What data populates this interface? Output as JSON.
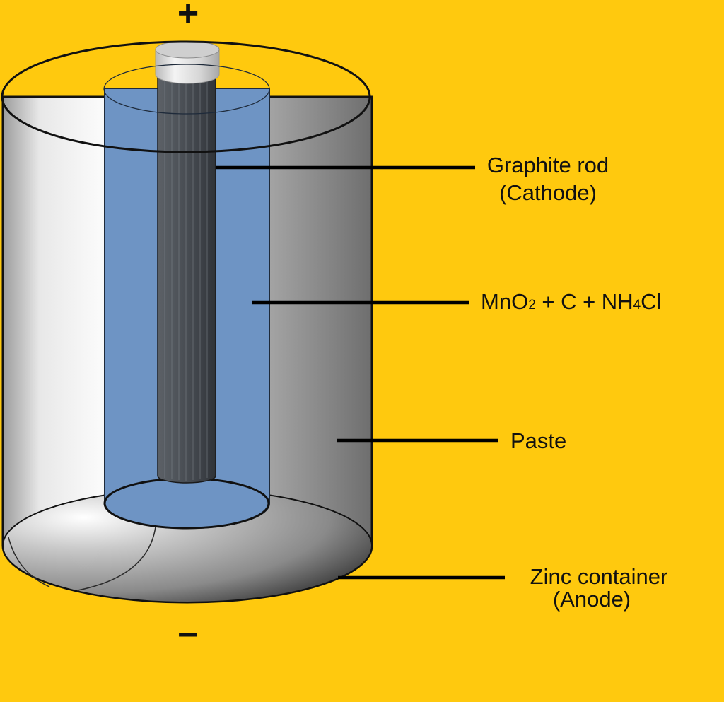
{
  "diagram": {
    "terminals": {
      "positive": "+",
      "negative": "–"
    },
    "labels": {
      "graphite_rod_line1": "Graphite rod",
      "graphite_rod_line2": "(Cathode)",
      "mixture_prefix": "MnO",
      "mixture_sub1": "2",
      "mixture_middle": " + C + NH",
      "mixture_sub2": "4",
      "mixture_suffix": "Cl",
      "paste": "Paste",
      "zinc_container_line1": "Zinc container",
      "zinc_container_line2": "(Anode)"
    },
    "colors": {
      "background": "#FFC90E",
      "electrolyte_mixture": "#6E94C4",
      "graphite_rod": "#474C52",
      "rod_cap": "#D8D8D8",
      "leader_lines": "#000000"
    }
  }
}
